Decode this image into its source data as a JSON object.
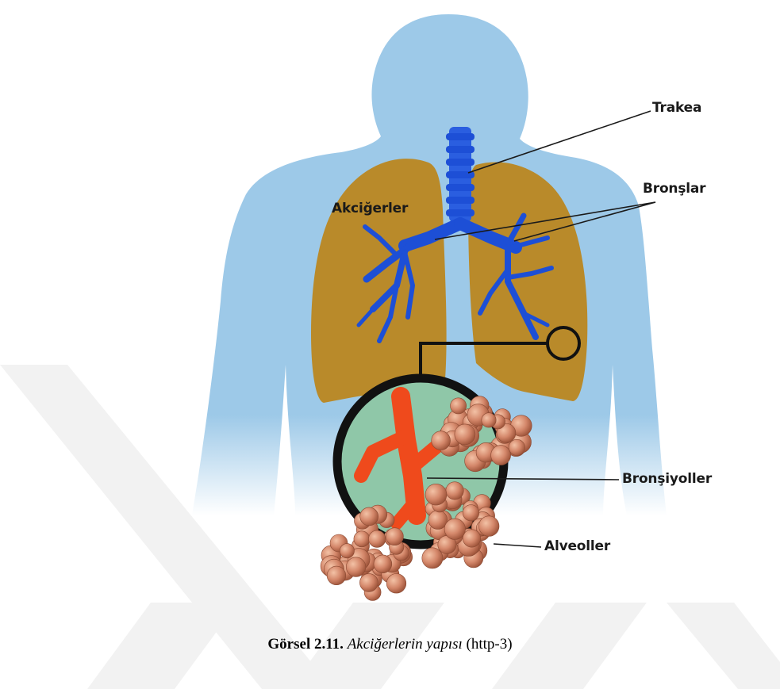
{
  "labels": {
    "trakea": "Trakea",
    "bronslar": "Bronşlar",
    "akcigerler": "Akciğerler",
    "bronsiyoller": "Bronşiyoller",
    "alveoller": "Alveoller"
  },
  "caption": {
    "number": "Görsel 2.11.",
    "title": "Akciğerlerin yapısı",
    "source": "(http-3)"
  },
  "colors": {
    "body": "#9dc9e8",
    "lungs": "#b98a2a",
    "bronchi": "#1d4fd6",
    "bronchioles": "#ef4a1c",
    "alveoli": "#d99477",
    "inset_bg": "#8fc7a8",
    "watermark": "#f2f2f2"
  }
}
